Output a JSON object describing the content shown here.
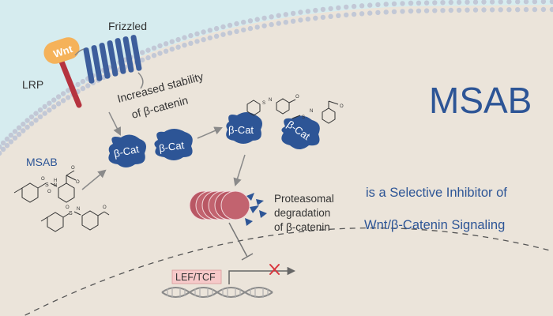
{
  "receptors": {
    "wnt": "Wnt",
    "frizzled": "Frizzled",
    "lrp": "LRP"
  },
  "annotation": {
    "stability_line1": "Increased stability",
    "stability_line2": "of β-catenin"
  },
  "compound": {
    "msab_small": "MSAB"
  },
  "beta_catenin_label": "β-Cat",
  "proteasome": {
    "line1": "Proteasomal",
    "line2": "degradation",
    "line3": "of β-catenin"
  },
  "gene": {
    "label": "LEF/TCF"
  },
  "headline": {
    "title": "MSAB",
    "line1": "is a Selective Inhibitor of",
    "line2": "Wnt/β-Catenin Signaling"
  },
  "colors": {
    "background": "#d6ecef",
    "cell": "#ebe4da",
    "nucleus": "#e8e0d4",
    "membrane_dot": "#c2c8d6",
    "brand_blue": "#2d5596",
    "frizzled_blue": "#3d5e9c",
    "wnt_orange": "#f5b25a",
    "lrp_red": "#b5333f",
    "proteasome_red": "#b95764",
    "gene_box": "#f6c9c9"
  }
}
